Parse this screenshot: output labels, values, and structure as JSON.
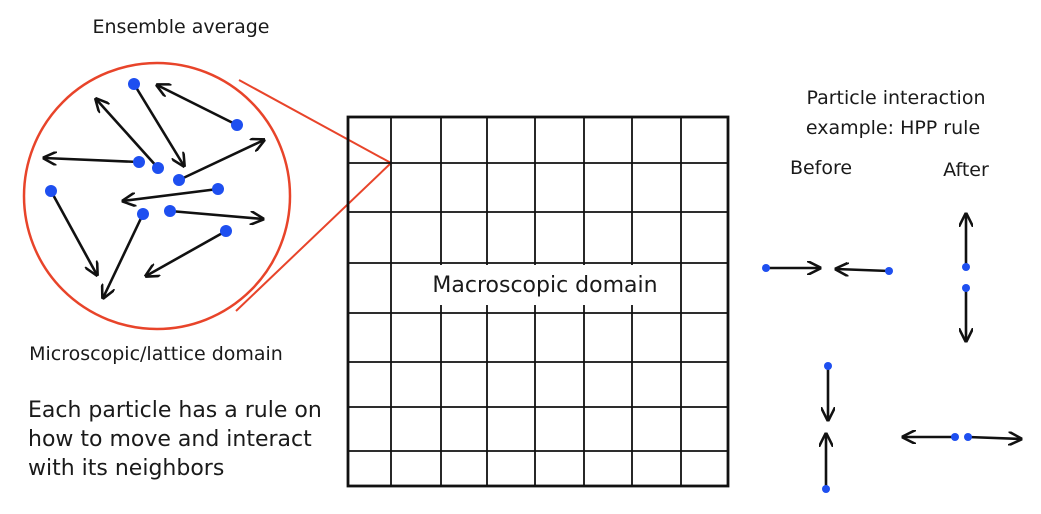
{
  "labels": {
    "ensemble_average": "Ensemble average",
    "microscopic_domain": "Microscopic/lattice domain",
    "macroscopic_domain": "Macroscopic domain",
    "interaction_title_line1": "Particle interaction",
    "interaction_title_line2": "example: HPP rule",
    "before": "Before",
    "after": "After",
    "description_line1": "Each particle has a rule on",
    "description_line2": "how to move and interact",
    "description_line3": "with its neighbors"
  },
  "colors": {
    "zoom_circle": "#e8442a",
    "particle": "#1e4ff0",
    "ink": "#111111"
  }
}
